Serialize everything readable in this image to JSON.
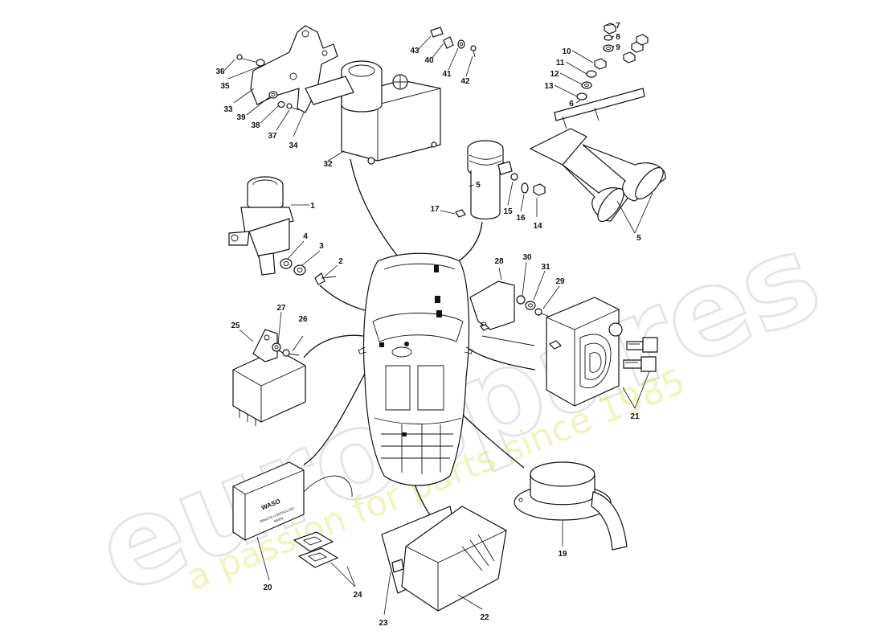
{
  "watermark": {
    "brand": "eurospares",
    "tagline": "a passion for parts since 1985"
  },
  "components": {
    "waso_unit_label": "WASO",
    "waso_unit_subtext_1": "REMOTE CONTROLLED",
    "waso_unit_subtext_2": "SIREN"
  },
  "callouts": [
    {
      "id": "c1",
      "text": "1"
    },
    {
      "id": "c2",
      "text": "2"
    },
    {
      "id": "c3",
      "text": "3"
    },
    {
      "id": "c4",
      "text": "4"
    },
    {
      "id": "c5a",
      "text": "5"
    },
    {
      "id": "c5b",
      "text": "5"
    },
    {
      "id": "c6",
      "text": "6"
    },
    {
      "id": "c7",
      "text": "7"
    },
    {
      "id": "c8",
      "text": "8"
    },
    {
      "id": "c9",
      "text": "9"
    },
    {
      "id": "c10",
      "text": "10"
    },
    {
      "id": "c11",
      "text": "11"
    },
    {
      "id": "c12",
      "text": "12"
    },
    {
      "id": "c13",
      "text": "13"
    },
    {
      "id": "c14",
      "text": "14"
    },
    {
      "id": "c15",
      "text": "15"
    },
    {
      "id": "c16",
      "text": "16"
    },
    {
      "id": "c17",
      "text": "17"
    },
    {
      "id": "c19",
      "text": "19"
    },
    {
      "id": "c20",
      "text": "20"
    },
    {
      "id": "c21",
      "text": "21"
    },
    {
      "id": "c22",
      "text": "22"
    },
    {
      "id": "c23",
      "text": "23"
    },
    {
      "id": "c24",
      "text": "24"
    },
    {
      "id": "c25",
      "text": "25"
    },
    {
      "id": "c26",
      "text": "26"
    },
    {
      "id": "c27",
      "text": "27"
    },
    {
      "id": "c28",
      "text": "28"
    },
    {
      "id": "c29",
      "text": "29"
    },
    {
      "id": "c30",
      "text": "30"
    },
    {
      "id": "c31",
      "text": "31"
    },
    {
      "id": "c32",
      "text": "32"
    },
    {
      "id": "c33",
      "text": "33"
    },
    {
      "id": "c34",
      "text": "34"
    },
    {
      "id": "c35",
      "text": "35"
    },
    {
      "id": "c36",
      "text": "36"
    },
    {
      "id": "c37",
      "text": "37"
    },
    {
      "id": "c38",
      "text": "38"
    },
    {
      "id": "c39",
      "text": "39"
    },
    {
      "id": "c40",
      "text": "40"
    },
    {
      "id": "c41",
      "text": "41"
    },
    {
      "id": "c42",
      "text": "42"
    },
    {
      "id": "c43",
      "text": "43"
    }
  ]
}
